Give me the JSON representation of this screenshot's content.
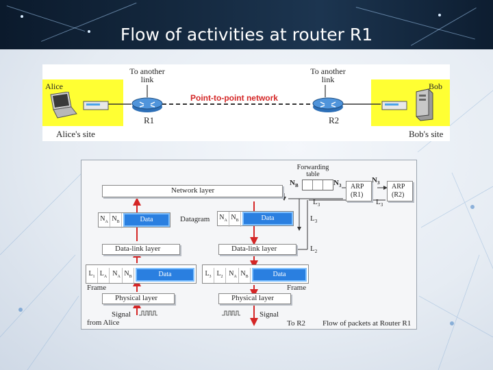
{
  "slide": {
    "title": "Flow of activities at router R1"
  },
  "top_diagram": {
    "alice": "Alice",
    "bob": "Bob",
    "alice_site": "Alice's site",
    "bob_site": "Bob's site",
    "to_another_link_left": "To another link",
    "to_another_link_right": "To another link",
    "network_label": "Point-to-point network",
    "r1": "R1",
    "r2": "R2"
  },
  "main_diagram": {
    "forwarding_table": "Forwarding table",
    "nb": "N",
    "nb_sub": "B",
    "n3": "N",
    "n3_sub": "3",
    "n3b": "N",
    "n3b_sub": "3",
    "arp_r1": "ARP\n(R1)",
    "arp_r2": "ARP\n(R2)",
    "l3_a": "L",
    "l3_a_sub": "3",
    "l3_b": "L",
    "l3_b_sub": "3",
    "l3_c": "L",
    "l3_c_sub": "3",
    "l2": "L",
    "l2_sub": "2",
    "network_layer": "Network layer",
    "datagram": "Datagram",
    "data": "Data",
    "na": "N",
    "na_sub": "A",
    "nb2": "N",
    "nb2_sub": "B",
    "datalink_layer_left": "Data-link layer",
    "datalink_layer_right": "Data-link layer",
    "frame_left": "Frame",
    "frame_right": "Frame",
    "physical_layer_left": "Physical layer",
    "physical_layer_right": "Physical layer",
    "signal_left": "Signal",
    "signal_right": "Signal",
    "from_alice": "from Alice",
    "to_r2": "To R2",
    "caption": "Flow of packets at Router R1",
    "l1": "L",
    "l1_sub": "1",
    "la": "L",
    "la_sub": "A",
    "l3_frame": "L",
    "l3_frame_sub": "3",
    "l2_frame": "L",
    "l2_frame_sub": "2"
  },
  "colors": {
    "accent_red": "#d42626",
    "data_blue": "#2a7fe0",
    "site_yellow": "#ffff33"
  }
}
